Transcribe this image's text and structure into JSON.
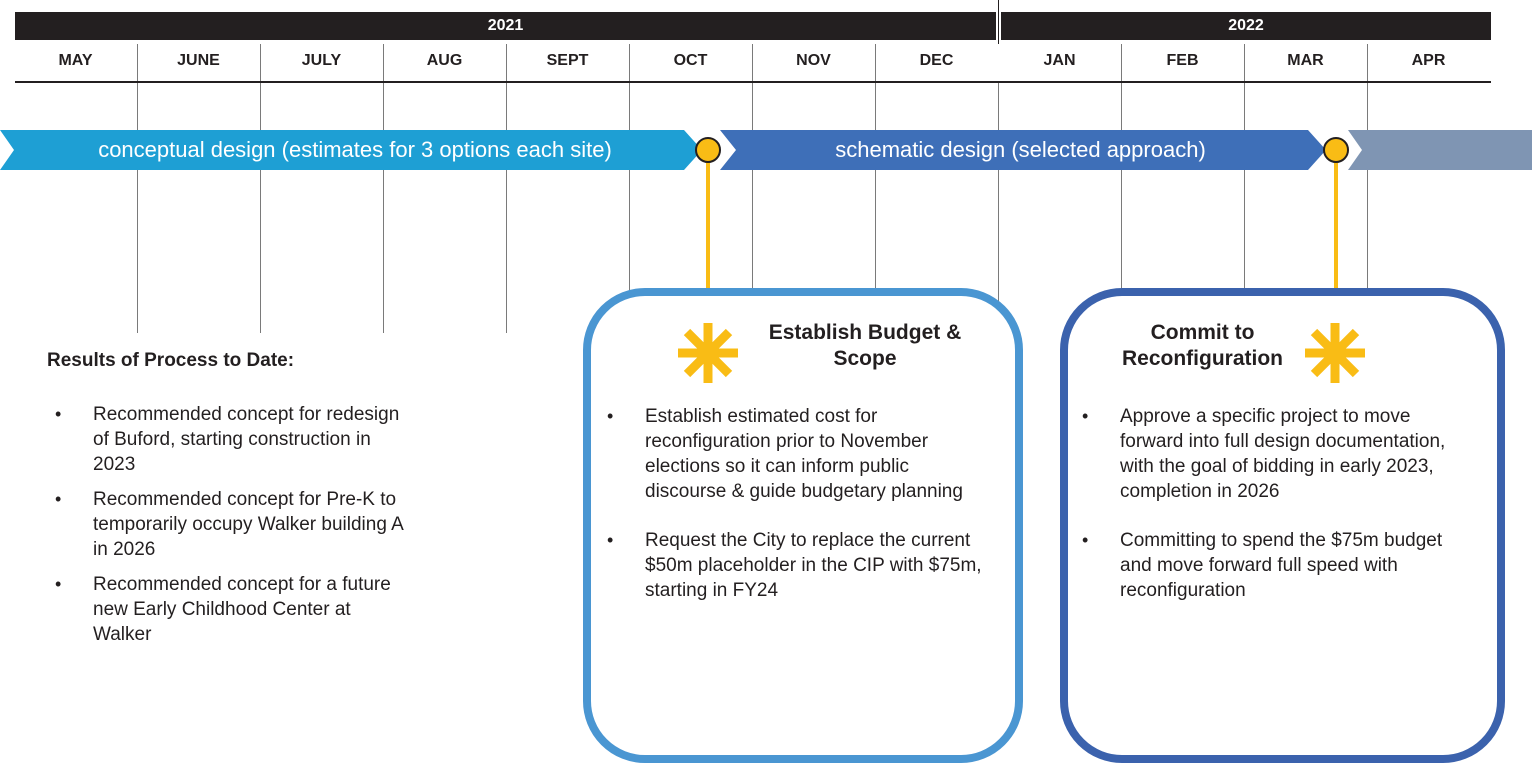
{
  "timeline": {
    "years": [
      "2021",
      "2022"
    ],
    "months": [
      "MAY",
      "JUNE",
      "JULY",
      "AUG",
      "SEPT",
      "OCT",
      "NOV",
      "DEC",
      "JAN",
      "FEB",
      "MAR",
      "APR"
    ]
  },
  "phases": [
    {
      "label": "conceptual design (estimates for 3 options each site)",
      "color": "#1e9fd4"
    },
    {
      "label": "schematic design (selected approach)",
      "color": "#3e6fb8"
    },
    {
      "label": "",
      "color": "#7f95b3"
    }
  ],
  "colors": {
    "milestone": "#f9bc15",
    "card_left": "#4a96d2",
    "card_right": "#3b62ad",
    "ink": "#231f20"
  },
  "results": {
    "title": "Results of Process to Date:",
    "items": [
      "Recommended concept for redesign of Buford, starting construction in 2023",
      "Recommended concept for Pre-K to temporarily occupy Walker building A in 2026",
      "Recommended concept for a future new Early Childhood Center at Walker"
    ]
  },
  "milestones": [
    {
      "title": "Establish Budget & Scope",
      "icon": "asterisk-icon",
      "items": [
        "Establish estimated cost for reconfiguration prior to November elections so it can inform public discourse & guide budgetary planning",
        "Request the City to replace the current $50m placeholder in the CIP with $75m, starting in FY24"
      ]
    },
    {
      "title": "Commit to Reconfiguration",
      "icon": "asterisk-icon",
      "items": [
        "Approve a specific project to move forward into full design documentation, with the goal of bidding in early 2023, completion in 2026",
        "Committing to spend the $75m budget and move forward full speed with reconfiguration"
      ]
    }
  ]
}
